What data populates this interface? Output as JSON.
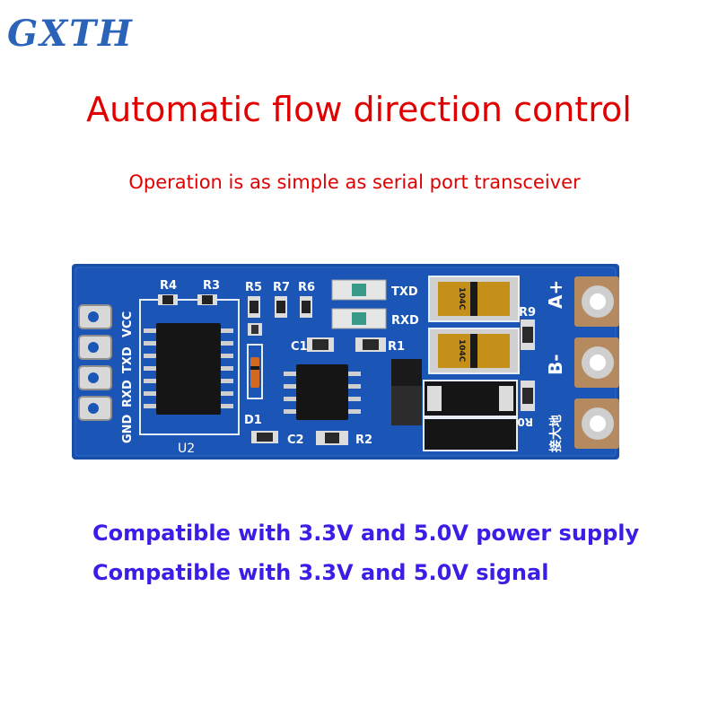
{
  "logo": {
    "text": "GXTH",
    "color": "#2a63b8"
  },
  "headline": {
    "text": "Automatic flow direction control",
    "color": "#e00000"
  },
  "subheadline": {
    "text": "Operation is as simple as serial port transceiver",
    "color": "#e00000"
  },
  "board": {
    "pcb_color": "#1a4fa8",
    "pin_labels_left": [
      "VCC",
      "TXD",
      "RXD",
      "GND"
    ],
    "pin_labels_right": [
      "A+",
      "B-"
    ],
    "right_ground_label": "接大地",
    "chip_labels": {
      "u2": "U2",
      "d1": "D1"
    },
    "component_labels": {
      "r4": "R4",
      "r3": "R3",
      "r5": "R5",
      "r7": "R7",
      "r6": "R6",
      "r1": "R1",
      "r2": "R2",
      "r9": "R9",
      "r0": "R0",
      "c1": "C1",
      "c2": "C2",
      "txd_led": "TXD",
      "rxd_led": "RXD"
    },
    "surge_label": "104C"
  },
  "features": [
    {
      "text": "Compatible with 3.3V and 5.0V power supply"
    },
    {
      "text": "Compatible with 3.3V and 5.0V signal"
    }
  ],
  "feature_color": "#3a1ee8"
}
